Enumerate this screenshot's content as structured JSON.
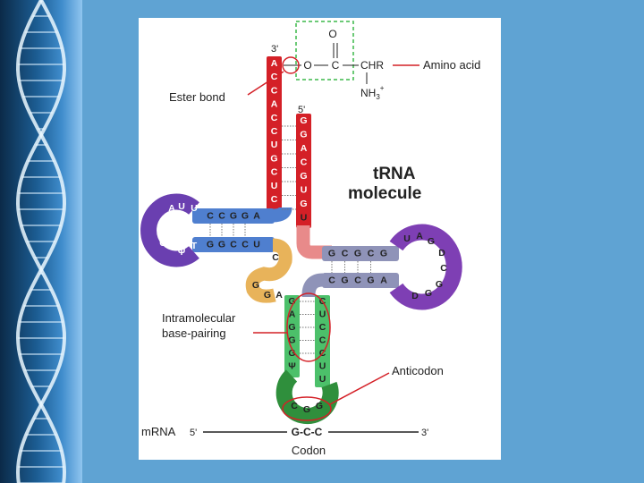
{
  "figure": {
    "title_line1": "tRNA",
    "title_line2": "molecule",
    "labels": {
      "three_prime_top": "3'",
      "five_prime_top": "5'",
      "ester_bond": "Ester bond",
      "amino_acid": "Amino acid",
      "carbonyl_o": "O",
      "ester_o": "O",
      "carbon": "C",
      "chr": "CHR",
      "nh3": "NH",
      "nh3_sub": "3",
      "nh3_sup": "+",
      "intramolecular_1": "Intramolecular",
      "intramolecular_2": "base-pairing",
      "anticodon": "Anticodon",
      "mrna": "mRNA",
      "mrna_5": "5'",
      "mrna_3": "3'",
      "codon_seq": "G-C-C",
      "codon": "Codon"
    },
    "colors": {
      "acceptor": "#d42027",
      "acceptor_arm": "#e88a8a",
      "d_arm": "#4f7fcf",
      "d_loop": "#6a3fb0",
      "variable": "#e8b35a",
      "anticodon_arm": "#4cc06a",
      "anticodon_loop": "#2f8f3c",
      "t_arm": "#8f93b8",
      "t_loop": "#7e3fb4",
      "dashed_box": "#3cb84a",
      "pointer": "#d42027"
    },
    "strands": {
      "acceptor_3": [
        "A",
        "C",
        "C",
        "A",
        "C",
        "C",
        "U",
        "G",
        "C",
        "U",
        "C"
      ],
      "acceptor_5": [
        "G",
        "G",
        "A",
        "C",
        "G",
        "U",
        "G",
        "U"
      ],
      "d_stem_top": [
        "C",
        "C",
        "G",
        "G",
        "A"
      ],
      "d_stem_bottom": [
        "G",
        "G",
        "C",
        "C",
        "U"
      ],
      "d_loop": [
        "A",
        "U",
        "U",
        "G",
        "C",
        "Ψ",
        "T"
      ],
      "variable": [
        "C",
        "G",
        "G",
        "A"
      ],
      "t_stem_top": [
        "G",
        "C",
        "G",
        "C",
        "G"
      ],
      "t_stem_bottom": [
        "C",
        "G",
        "C",
        "G",
        "A"
      ],
      "t_loop": [
        "U",
        "A",
        "G",
        "D",
        "C",
        "G",
        "G",
        "D"
      ],
      "anticodon_left": [
        "G",
        "A",
        "G",
        "G",
        "G",
        "Ψ"
      ],
      "anticodon_right": [
        "C",
        "U",
        "C",
        "C",
        "C",
        "U",
        "U"
      ],
      "anticodon_bases": [
        "C",
        "G",
        "G"
      ]
    }
  }
}
